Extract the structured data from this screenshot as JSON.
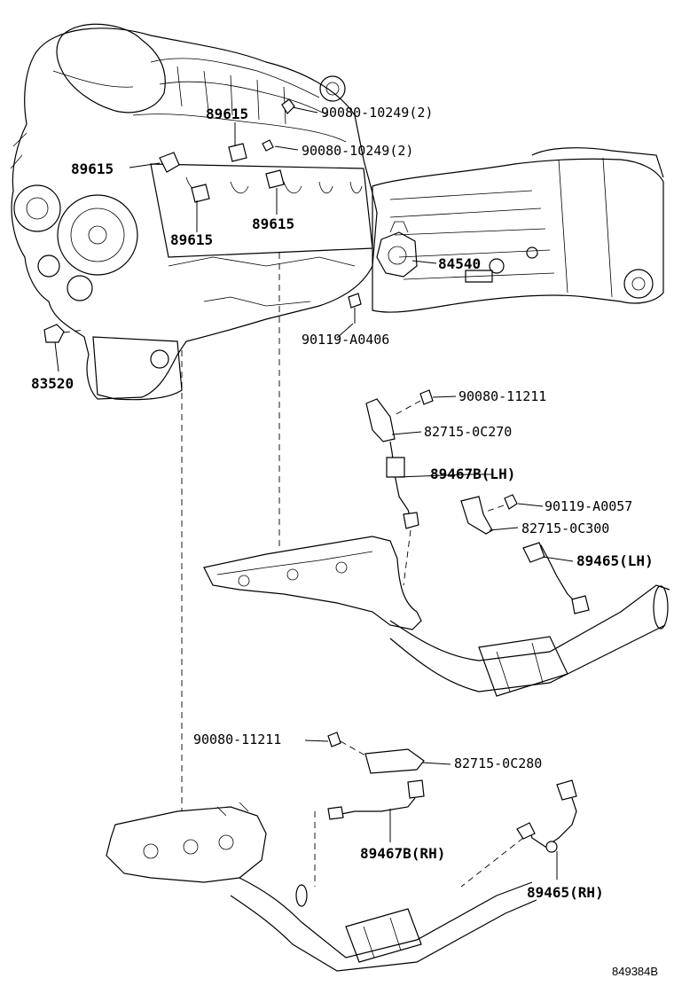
{
  "figure_id": "849384B",
  "callouts": {
    "p89615_top": "89615",
    "p89615_left": "89615",
    "p89615_bottom_left": "89615",
    "p89615_bottom_right": "89615",
    "p90080_10249_a": "90080-10249(2)",
    "p90080_10249_b": "90080-10249(2)",
    "p84540": "84540",
    "p90119_a0406": "90119-A0406",
    "p83520": "83520",
    "p90080_11211_upper": "90080-11211",
    "p82715_0c270": "82715-0C270",
    "p89467b_lh": "89467B(LH)",
    "p90119_a0057": "90119-A0057",
    "p82715_0c300": "82715-0C300",
    "p89465_lh": "89465(LH)",
    "p90080_11211_lower": "90080-11211",
    "p82715_0c280": "82715-0C280",
    "p89467b_rh": "89467B(RH)",
    "p89465_rh": "89465(RH)"
  }
}
